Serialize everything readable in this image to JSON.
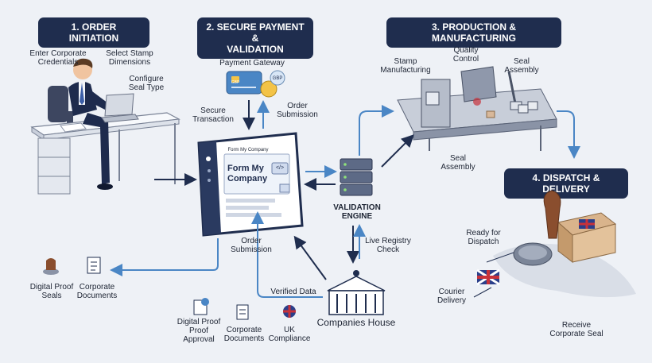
{
  "steps": {
    "s1": "1. ORDER INITIATION",
    "s2_line1": "2. SECURE PAYMENT &",
    "s2_line2": "VALIDATION",
    "s3": "3. PRODUCTION & MANUFACTURING",
    "s4": "4. DISPATCH & DELIVERY"
  },
  "order": {
    "enter_credentials_1": "Enter Corporate",
    "enter_credentials_2": "Credentials",
    "select_dimensions_1": "Select Stamp",
    "select_dimensions_2": "Dimensions",
    "configure_1": "Configure",
    "configure_2": "Seal Type"
  },
  "payment": {
    "gateway": "Payment Gateway",
    "secure_1": "Secure",
    "secure_2": "Transaction",
    "order_sub_1": "Order",
    "order_sub_2": "Submission",
    "card_chip": "GBP",
    "coin": "GBP"
  },
  "web_form": {
    "small_title": "Form My Company",
    "heading_1": "Form My",
    "heading_2": "Company",
    "code_icon": "</>"
  },
  "validation": {
    "engine_1": "VALIDATION",
    "engine_2": "ENGINE",
    "live_1": "Live Registry",
    "live_2": "Check"
  },
  "lower_left": {
    "order_sub_1": "Order",
    "order_sub_2": "Submission",
    "verified": "Verified Data",
    "digital_proof_1": "Digital Proof",
    "digital_proof_2": "Seals",
    "corp_docs_1": "Corporate",
    "corp_docs_2": "Documents"
  },
  "companies_house": {
    "label": "Companies House",
    "dp_1": "Digital Proof",
    "dp_2": "Proof",
    "dp_3": "Approval",
    "cd_1": "Corporate",
    "cd_2": "Documents",
    "uk_1": "UK",
    "uk_2": "Compliance"
  },
  "production": {
    "stamp_1": "Stamp",
    "stamp_2": "Manufacturing",
    "quality_1": "Quality",
    "quality_2": "Control",
    "seal_1": "Seal",
    "seal_2": "Assembly",
    "seal_low_1": "Seal",
    "seal_low_2": "Assembly"
  },
  "dispatch": {
    "ready_1": "Ready for",
    "ready_2": "Dispatch",
    "courier_1": "Courier",
    "courier_2": "Delivery",
    "receive_1": "Receive",
    "receive_2": "Corporate Seal"
  },
  "colors": {
    "navy": "#1f2d4e",
    "accent_blue": "#4a86c5",
    "red": "#c8323a"
  }
}
